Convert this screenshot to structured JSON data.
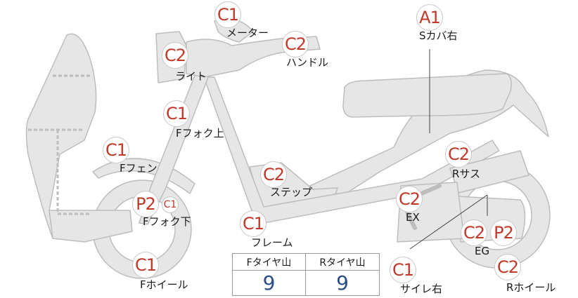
{
  "colors": {
    "grade": "#c0392b",
    "tread": "#2c4d8a",
    "body": "#e6e6e6",
    "outline": "#bdbdbd"
  },
  "parts": [
    {
      "id": "meter",
      "grade": "C1",
      "label": "メーター"
    },
    {
      "id": "handle",
      "grade": "C2",
      "label": "ハンドル"
    },
    {
      "id": "s-cover-right",
      "grade": "A1",
      "label": "Sカバ右"
    },
    {
      "id": "light",
      "grade": "C2",
      "label": "ライト"
    },
    {
      "id": "front-fork-upper",
      "grade": "C1",
      "label": "Fフォク上"
    },
    {
      "id": "front-fender",
      "grade": "C1",
      "label": "Fフェン"
    },
    {
      "id": "front-fork-lower",
      "grade": "P2",
      "grade2": "C1",
      "label": "Fフォク下"
    },
    {
      "id": "front-wheel",
      "grade": "C1",
      "label": "Fホイール"
    },
    {
      "id": "step",
      "grade": "C2",
      "label": "ステップ"
    },
    {
      "id": "frame",
      "grade": "C1",
      "label": "フレーム"
    },
    {
      "id": "rear-suspension",
      "grade": "C2",
      "label": "Rサス"
    },
    {
      "id": "exhaust",
      "grade": "C2",
      "label": "EX"
    },
    {
      "id": "engine",
      "grade": "C2",
      "grade2": "P2",
      "label": "EG"
    },
    {
      "id": "muffler-right",
      "grade": "C1",
      "label": "サイレ右"
    },
    {
      "id": "rear-wheel",
      "grade": "C2",
      "label": "Rホイール"
    }
  ],
  "tires": {
    "front_label": "Fタイヤ山",
    "rear_label": "Rタイヤ山",
    "front_value": "9",
    "rear_value": "9"
  }
}
